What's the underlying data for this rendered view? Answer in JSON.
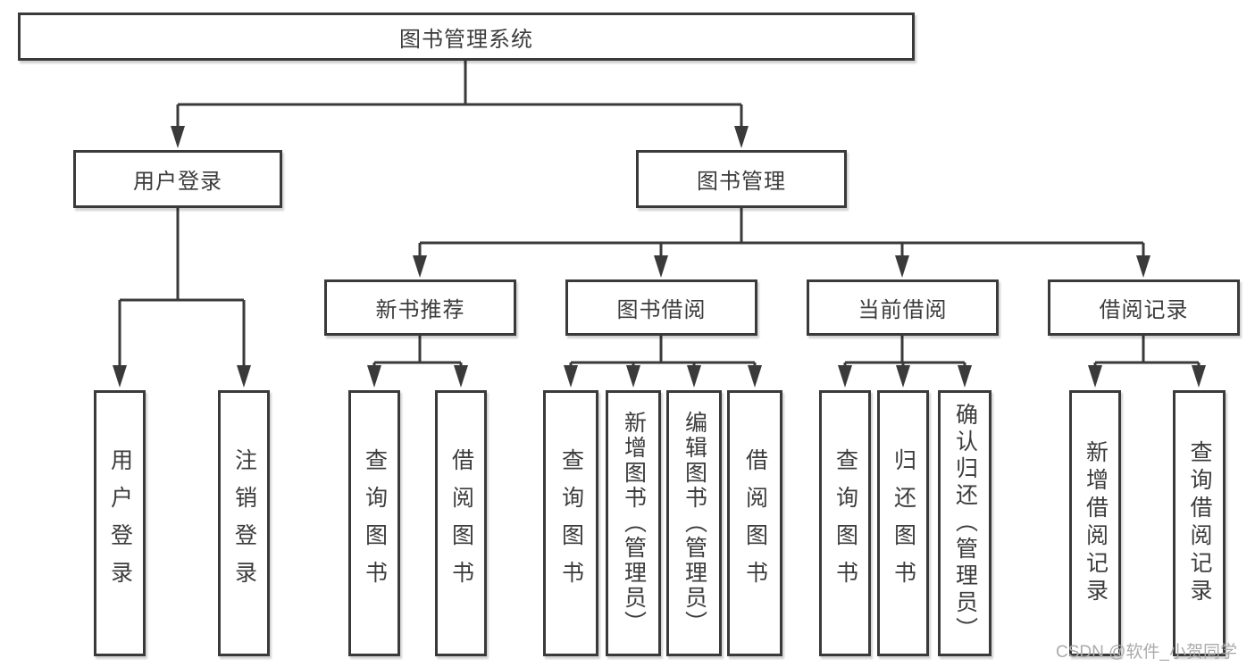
{
  "diagram": {
    "root": {
      "label": "图书管理系统"
    },
    "user_branch": {
      "label": "用户登录",
      "children": [
        {
          "label": "用户登录"
        },
        {
          "label": "注销登录"
        }
      ]
    },
    "book_branch": {
      "label": "图书管理",
      "sections": [
        {
          "label": "新书推荐",
          "children": [
            {
              "label": "查询图书"
            },
            {
              "label": "借阅图书"
            }
          ]
        },
        {
          "label": "图书借阅",
          "children": [
            {
              "label": "查询图书"
            },
            {
              "label": "新增图书（管理员）"
            },
            {
              "label": "编辑图书（管理员）"
            },
            {
              "label": "借阅图书"
            }
          ]
        },
        {
          "label": "当前借阅",
          "children": [
            {
              "label": "查询图书"
            },
            {
              "label": "归还图书"
            },
            {
              "label": "确认归还（管理员）"
            }
          ]
        },
        {
          "label": "借阅记录",
          "children": [
            {
              "label": "新增借阅记录"
            },
            {
              "label": "查询借阅记录"
            }
          ]
        }
      ]
    },
    "watermark": "CSDN @软件_小贺同学",
    "colors": {
      "line": "#3a3a3a",
      "text": "#3c3c3c",
      "watermark": "#ababab",
      "background": "#ffffff"
    }
  }
}
